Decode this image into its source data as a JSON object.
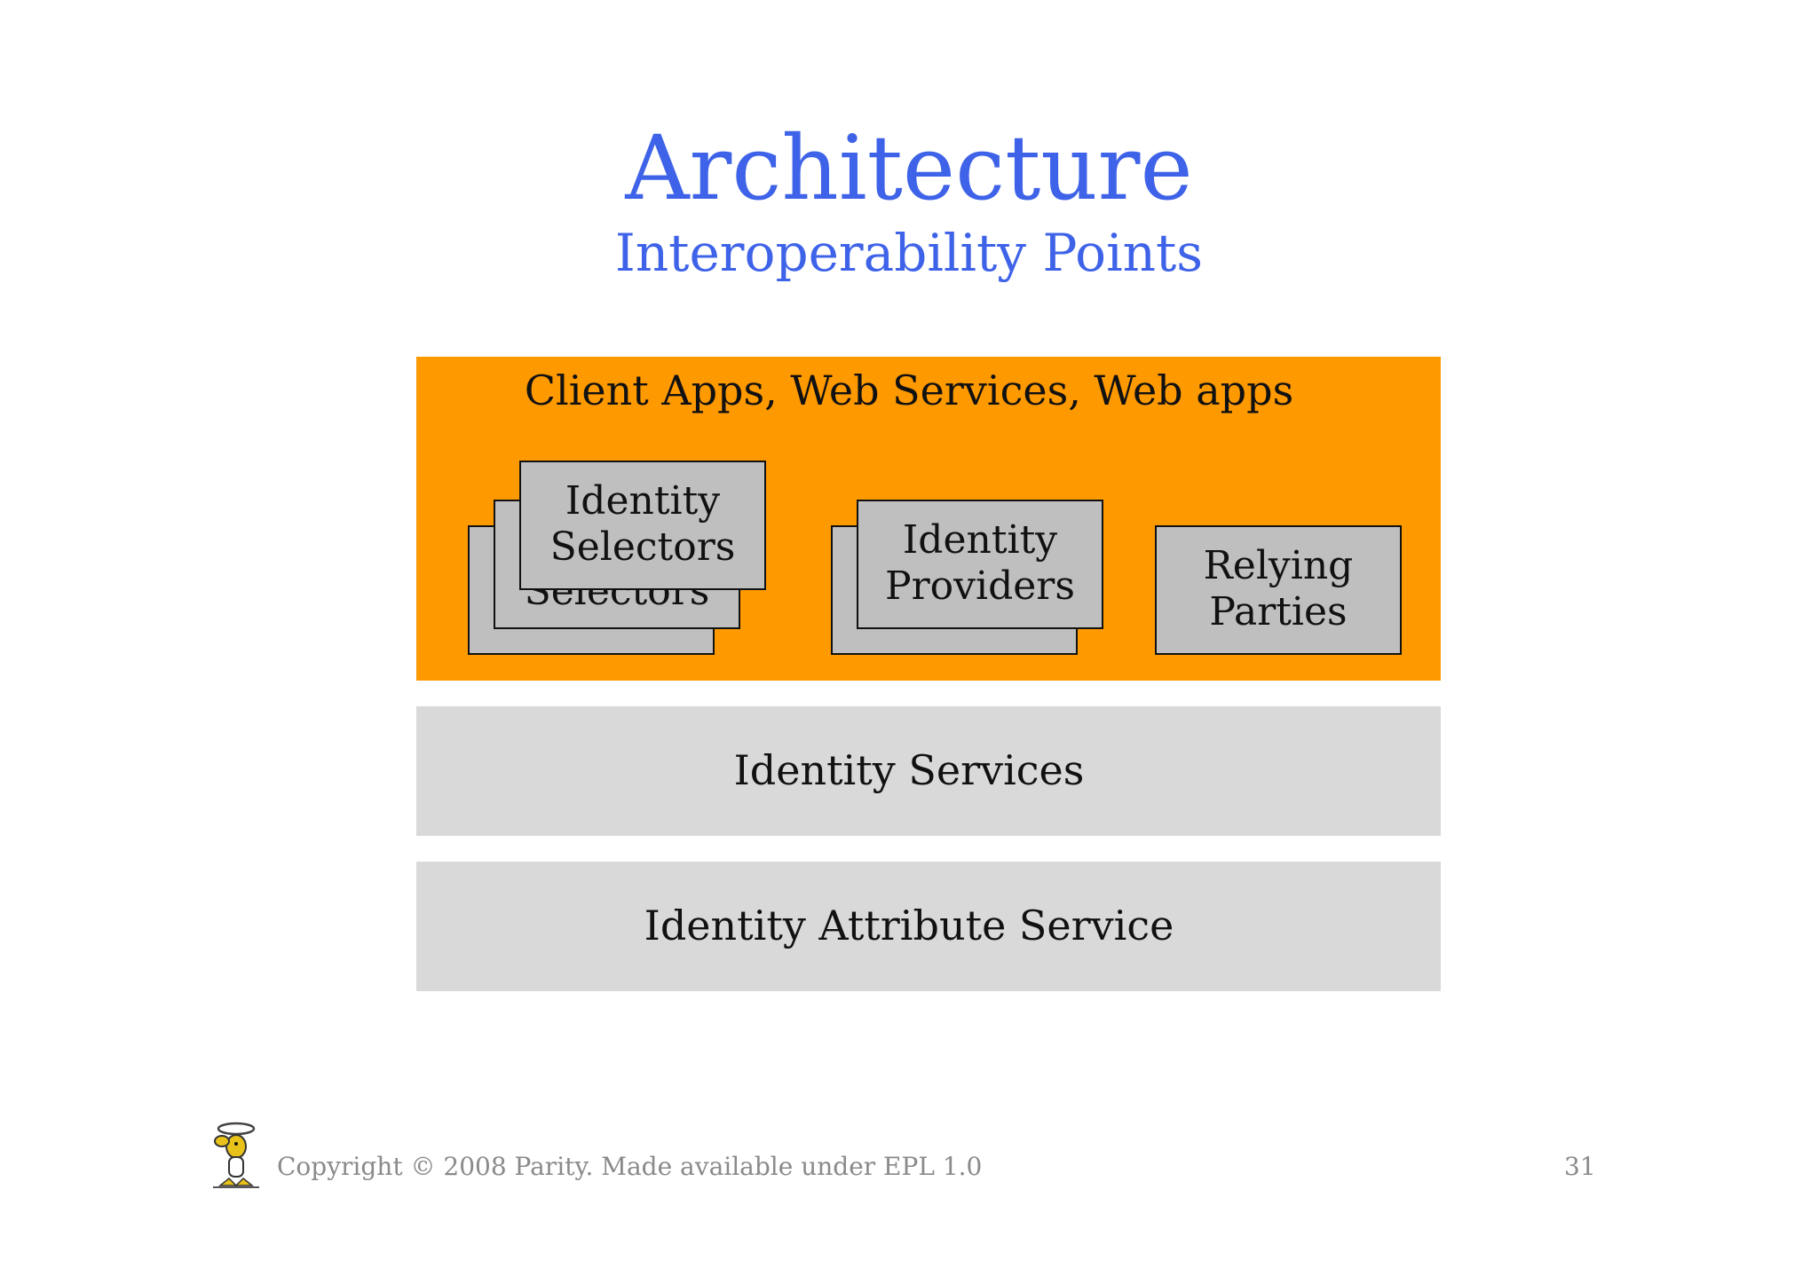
{
  "slide": {
    "title": "Architecture",
    "subtitle": "Interoperability Points"
  },
  "layers": {
    "apps": {
      "label": "Client Apps, Web Services, Web apps",
      "color": "#ff9900"
    },
    "services": {
      "label": "Identity Services",
      "color": "#d9d9d9"
    },
    "attribute": {
      "label": "Identity Attribute Service",
      "color": "#d9d9d9"
    }
  },
  "components": {
    "selectors": {
      "line1": "Identity",
      "line2": "Selectors",
      "ghost": "Selectors"
    },
    "providers": {
      "line1": "Identity",
      "line2": "Providers"
    },
    "relying": {
      "line1": "Relying",
      "line2": "Parties"
    }
  },
  "footer": {
    "copyright": "Copyright © 2008 Parity. Made available under EPL 1.0",
    "page_number": "31",
    "logo_icon": "parity-mascot-icon"
  },
  "colors": {
    "title": "#3f63e8",
    "card": "#bfbfbf",
    "footer_text": "#8a8a8a"
  }
}
